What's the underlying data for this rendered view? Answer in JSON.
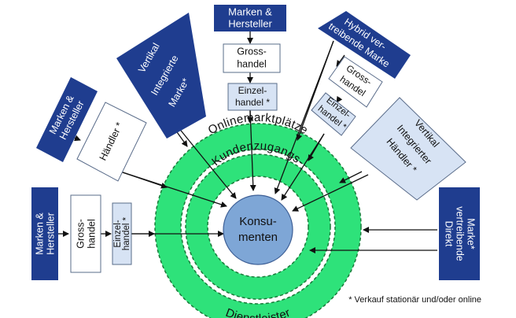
{
  "colors": {
    "dark_blue": "#1f3d8f",
    "light_blue": "#d7e3f4",
    "ring_green": "#2ee27a",
    "consumer_fill": "#7ea6d6",
    "white": "#ffffff"
  },
  "rings": {
    "outer_top": "Onlinemarktplätze",
    "inner_top": "Kundenzugangs-",
    "bottom": "Dienstleister"
  },
  "center": {
    "line1": "Konsu-",
    "line2": "menten"
  },
  "boxes": {
    "left_mh": {
      "line1": "Marken &",
      "line2": "Hersteller"
    },
    "left_gross": {
      "line1": "Gross-",
      "line2": "handel"
    },
    "left_einzel": {
      "line1": "Einzel-",
      "line2": "handel *"
    },
    "ul_mh": {
      "line1": "Marken &",
      "line2": "Hersteller"
    },
    "ul_haendler": {
      "line1": "Händler *"
    },
    "vim": {
      "line1": "Vertikal",
      "line2": "Integrierte",
      "line3": "Marke*"
    },
    "top_mh": {
      "line1": "Marken &",
      "line2": "Hersteller"
    },
    "top_gross": {
      "line1": "Gross-",
      "line2": "handel"
    },
    "top_einzel": {
      "line1": "Einzel-",
      "line2": "handel *"
    },
    "hybrid": {
      "line1": "Hybrid ver-",
      "line2": "treibende Marke"
    },
    "hyb_gross": {
      "line1": "Gross-",
      "line2": "handel"
    },
    "hyb_einzel": {
      "line1": "Einzel-",
      "line2": "handel *"
    },
    "vih": {
      "line1": "Vertikal",
      "line2": "Integrierter",
      "line3": "Händler *"
    },
    "direct": {
      "line1": "Direkt",
      "line2": "vertreibende",
      "line3": "Marke*"
    }
  },
  "footnote": "* Verkauf stationär und/oder online"
}
